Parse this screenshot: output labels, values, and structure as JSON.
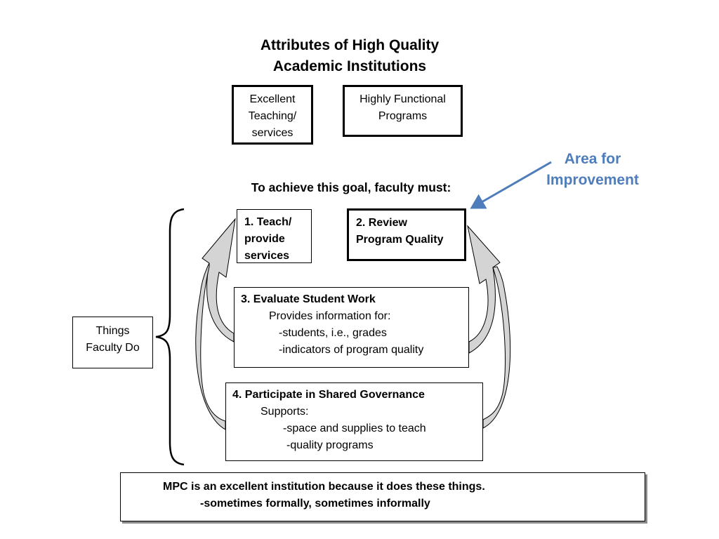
{
  "title": {
    "line1": "Attributes of High Quality",
    "line2": "Academic Institutions"
  },
  "goals": [
    {
      "lines": [
        "Excellent",
        "Teaching/",
        "services"
      ]
    },
    {
      "lines": [
        "Highly Functional",
        "Programs"
      ]
    }
  ],
  "aim_text": "To achieve this goal, faculty must:",
  "callout": {
    "line1": "Area for",
    "line2": "Improvement",
    "color": "#4f7dbb"
  },
  "tasks": {
    "task1": {
      "lines": [
        "1. Teach/",
        "provide",
        "services"
      ]
    },
    "task2": {
      "lines": [
        "2. Review",
        "Program Quality"
      ]
    },
    "task3": {
      "heading": "3. Evaluate Student Work",
      "lines": [
        "Provides information for:",
        "-students, i.e., grades",
        "-indicators of program quality"
      ]
    },
    "task4": {
      "heading": "4. Participate in Shared Governance",
      "lines": [
        "Supports:",
        "-space and supplies to teach",
        "-quality programs"
      ]
    }
  },
  "side_label": {
    "line1": "Things",
    "line2": "Faculty Do"
  },
  "summary": {
    "line1": "MPC is an excellent institution because it does these things.",
    "line2": "-sometimes formally, sometimes informally"
  },
  "colors": {
    "arrow_fill": "#d4d4d4",
    "callout_arrow": "#4f7dbb"
  }
}
